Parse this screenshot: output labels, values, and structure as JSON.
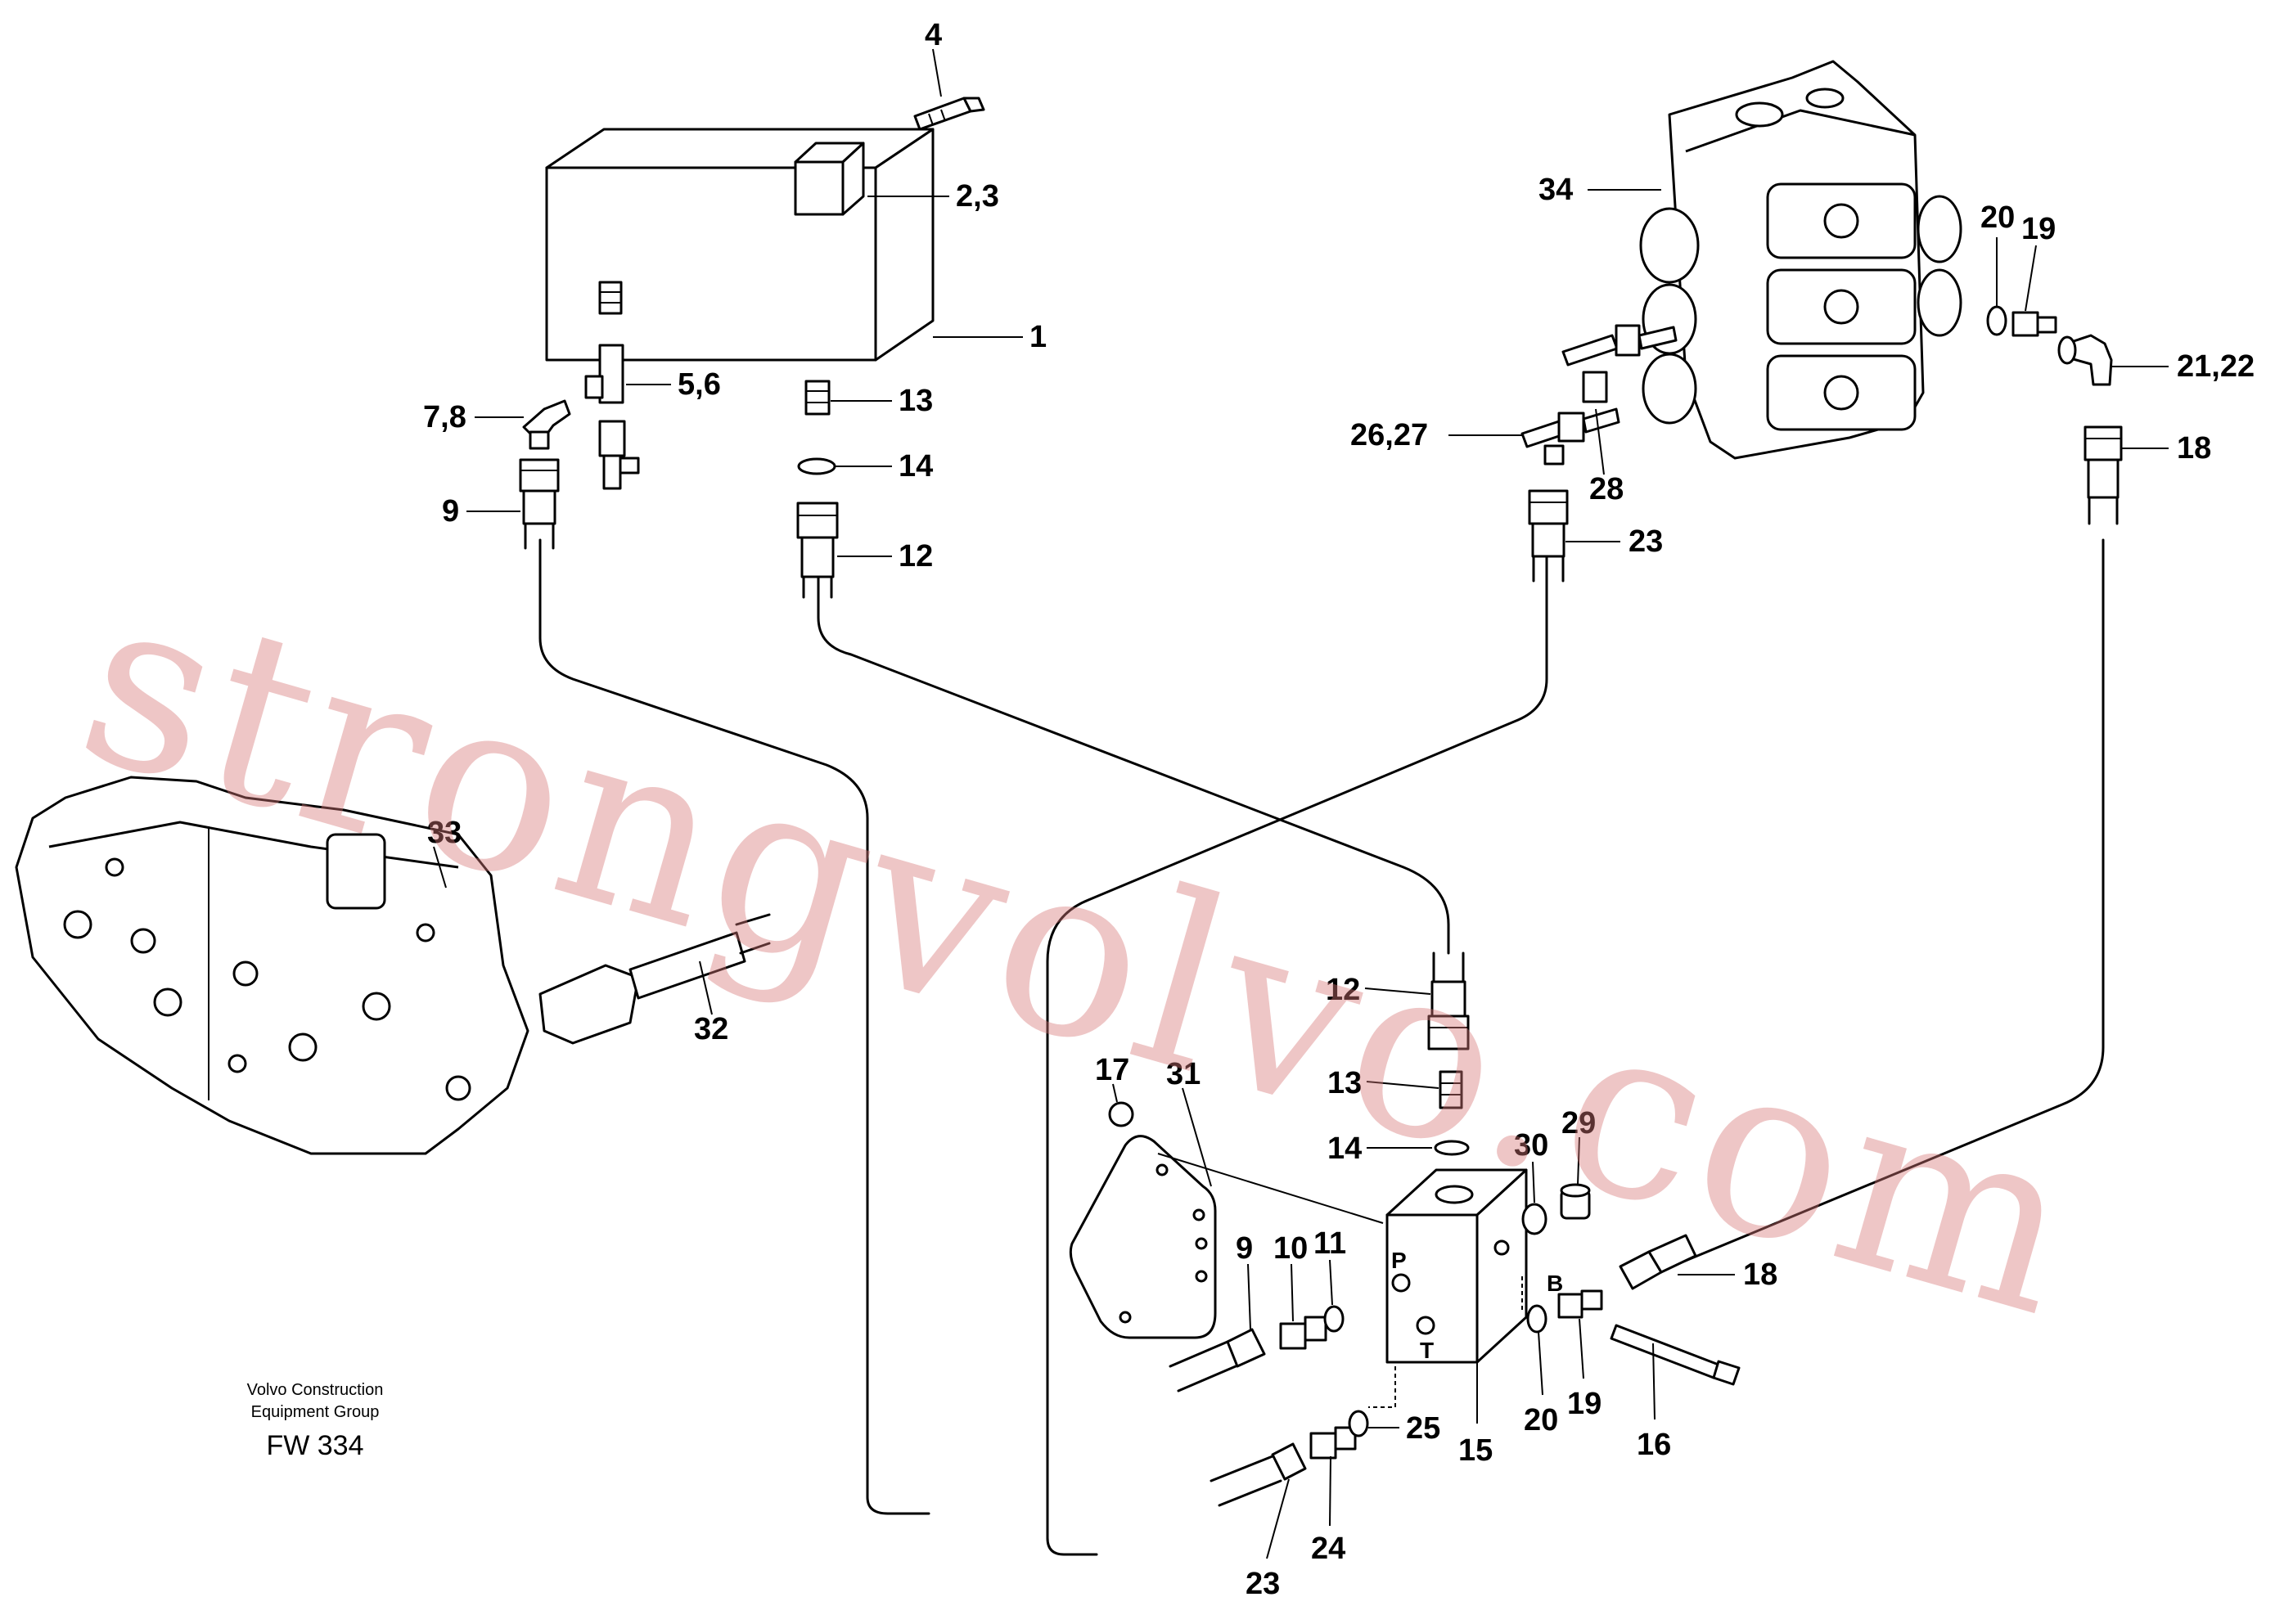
{
  "labels": {
    "l1": "1",
    "l23": "2,3",
    "l4": "4",
    "l56": "5,6",
    "l78": "7,8",
    "l9a": "9",
    "l13a": "13",
    "l14a": "14",
    "l12a": "12",
    "l34": "34",
    "l20a": "20",
    "l19a": "19",
    "l2122": "21,22",
    "l18a": "18",
    "l2627": "26,27",
    "l28": "28",
    "l23a": "23",
    "l33": "33",
    "l32": "32",
    "l12b": "12",
    "l13b": "13",
    "l14b": "14",
    "l17": "17",
    "l31": "31",
    "l30": "30",
    "l29": "29",
    "l9b": "9",
    "l10": "10",
    "l11": "11",
    "l18b": "18",
    "l20b": "20",
    "l19b": "19",
    "l16": "16",
    "l15": "15",
    "l25": "25",
    "l23b": "23",
    "l24": "24"
  },
  "ports": {
    "p": "P",
    "t": "T",
    "b": "B"
  },
  "footer": {
    "line1": "Volvo Construction",
    "line2": "Equipment Group",
    "code": "FW 334"
  },
  "watermark": "strongvolvo.com"
}
